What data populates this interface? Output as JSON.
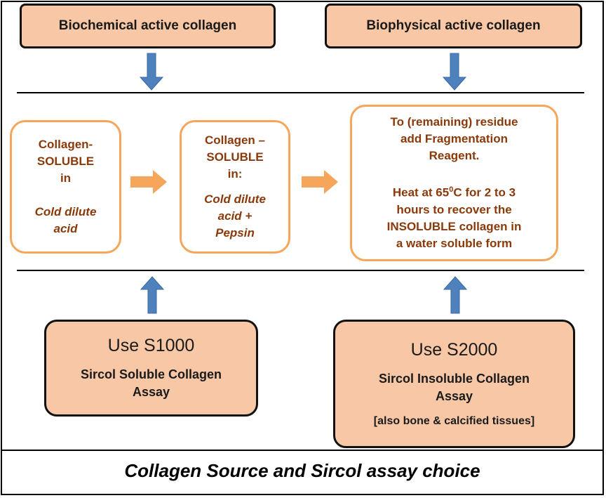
{
  "top_boxes": {
    "left": "Biochemical active collagen",
    "right": "Biophysical active collagen"
  },
  "mid_boxes": {
    "box1": {
      "line1": "Collagen-",
      "line2": "SOLUBLE",
      "line3": "in",
      "italic1": "Cold dilute",
      "italic2": "acid"
    },
    "box2": {
      "line1": "Collagen –",
      "line2": "SOLUBLE",
      "line3": "in:",
      "italic1": "Cold dilute",
      "italic2": "acid +",
      "italic3": "Pepsin"
    },
    "box3": {
      "line1": "To (remaining) residue",
      "line2": "add Fragmentation",
      "line3": "Reagent.",
      "line4_pre": "Heat at 65",
      "line4_sup": "0",
      "line4_post": "C for 2 to 3",
      "line5": "hours to recover the",
      "line6": "INSOLUBLE collagen in",
      "line7": "a water soluble form"
    }
  },
  "bottom_boxes": {
    "left": {
      "title": "Use S1000",
      "sub1": "Sircol Soluble Collagen",
      "sub2": "Assay"
    },
    "right": {
      "title": "Use S2000",
      "sub1": "Sircol Insoluble Collagen",
      "sub2": "Assay",
      "note": "[also bone & calcified tissues]"
    }
  },
  "caption": "Collagen Source and Sircol assay choice",
  "colors": {
    "box_fill": "#f8c8a6",
    "mid_border": "#f5a65b",
    "mid_text": "#8a3a0a",
    "blue_arrow": "#4f81bd",
    "orange_arrow": "#f5a65b"
  }
}
